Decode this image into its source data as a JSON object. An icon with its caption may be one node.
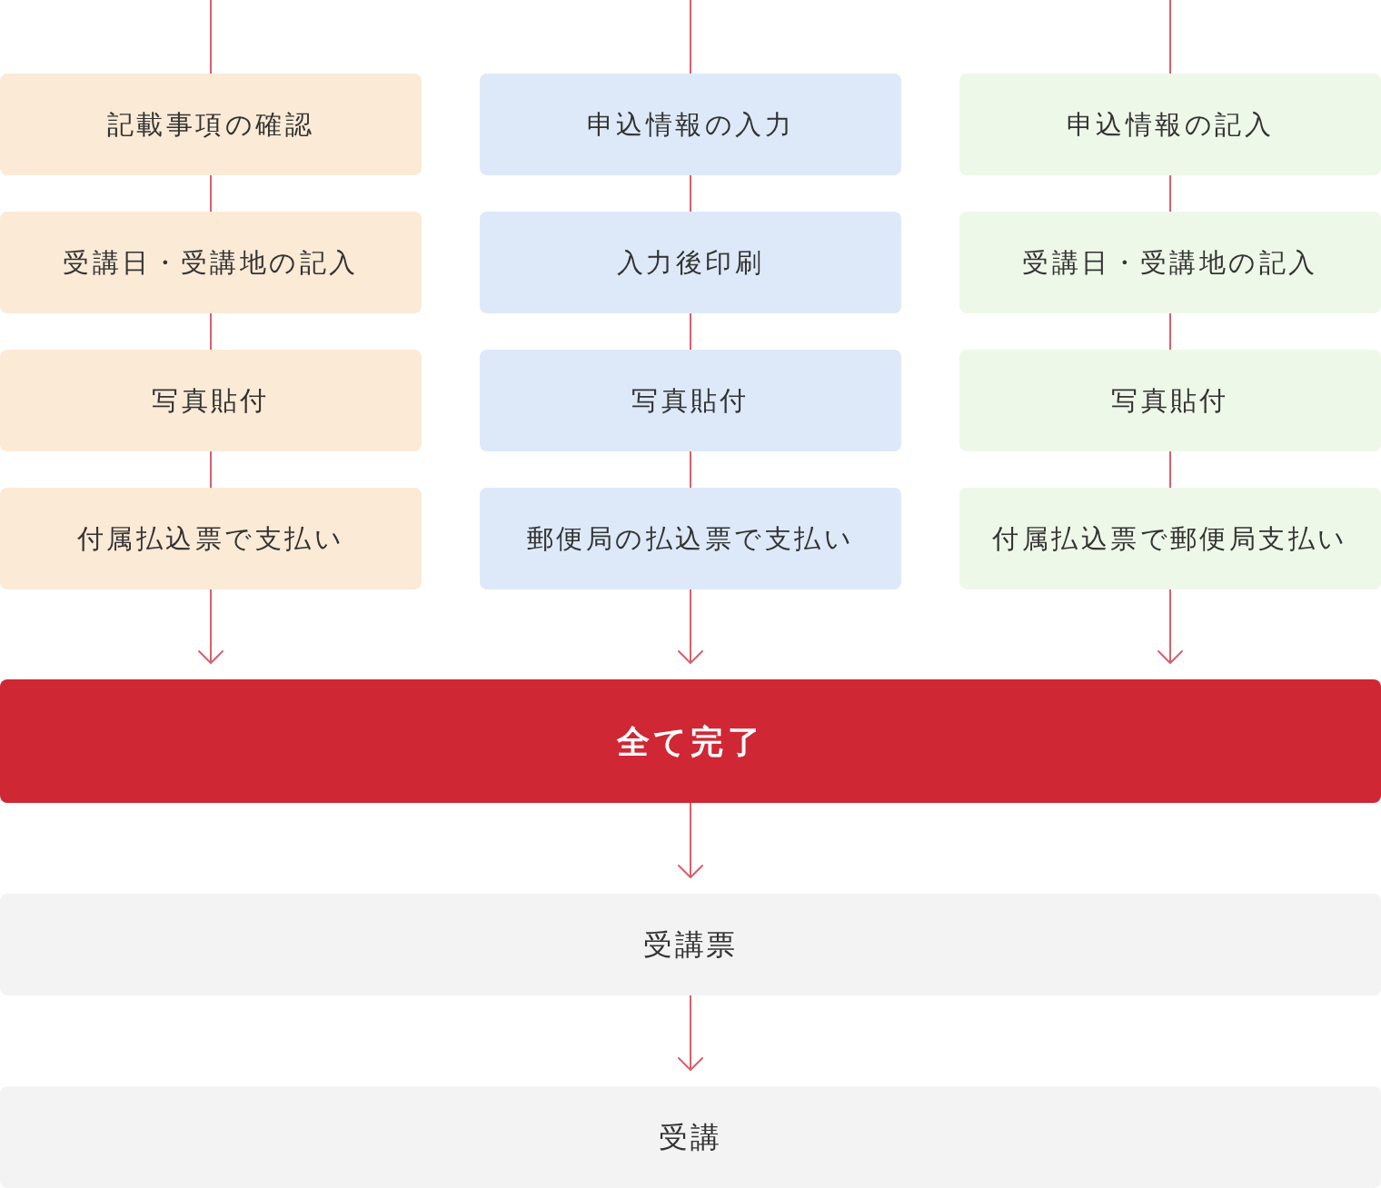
{
  "diagram": {
    "nodes": [
      {
        "text": [
          "記載事項の確認"
        ]
      },
      {
        "text": [
          "受講日・受講地の記入"
        ]
      },
      {
        "text": [
          "写真貼付"
        ]
      },
      {
        "text": [
          "付属払込票で支払い"
        ]
      },
      {
        "text": [
          "申込情報の入力"
        ]
      },
      {
        "text": [
          "入力後印刷"
        ]
      },
      {
        "text": [
          "写真貼付"
        ]
      },
      {
        "text": [
          "郵便局の払込票で支払い"
        ]
      },
      {
        "text": [
          "申込情報の記入"
        ]
      },
      {
        "text": [
          "受講日・受講地の記入"
        ]
      },
      {
        "text": [
          "写真貼付"
        ]
      },
      {
        "text": [
          "付属払込票で郵便局支払い"
        ]
      },
      {
        "text": [
          "全て完了"
        ]
      },
      {
        "text": [
          "受講票"
        ]
      },
      {
        "text": [
          "受講"
        ]
      }
    ],
    "edges": [
      {
        "from": null,
        "to": 0,
        "arrow": "none"
      },
      {
        "from": 0,
        "to": 1,
        "arrow": "none"
      },
      {
        "from": 1,
        "to": 2,
        "arrow": "none"
      },
      {
        "from": 2,
        "to": 3,
        "arrow": "none"
      },
      {
        "from": null,
        "to": 4,
        "arrow": "none"
      },
      {
        "from": 4,
        "to": 5,
        "arrow": "none"
      },
      {
        "from": 5,
        "to": 6,
        "arrow": "none"
      },
      {
        "from": 6,
        "to": 7,
        "arrow": "none"
      },
      {
        "from": null,
        "to": 8,
        "arrow": "none"
      },
      {
        "from": 8,
        "to": 9,
        "arrow": "none"
      },
      {
        "from": 9,
        "to": 10,
        "arrow": "none"
      },
      {
        "from": 10,
        "to": 11,
        "arrow": "none"
      },
      {
        "from": 3,
        "to": 12,
        "arrow": "to"
      },
      {
        "from": 7,
        "to": 12,
        "arrow": "to"
      },
      {
        "from": 11,
        "to": 12,
        "arrow": "to"
      },
      {
        "from": 12,
        "to": 13,
        "arrow": "to"
      },
      {
        "from": 13,
        "to": 14,
        "arrow": "to"
      }
    ]
  }
}
